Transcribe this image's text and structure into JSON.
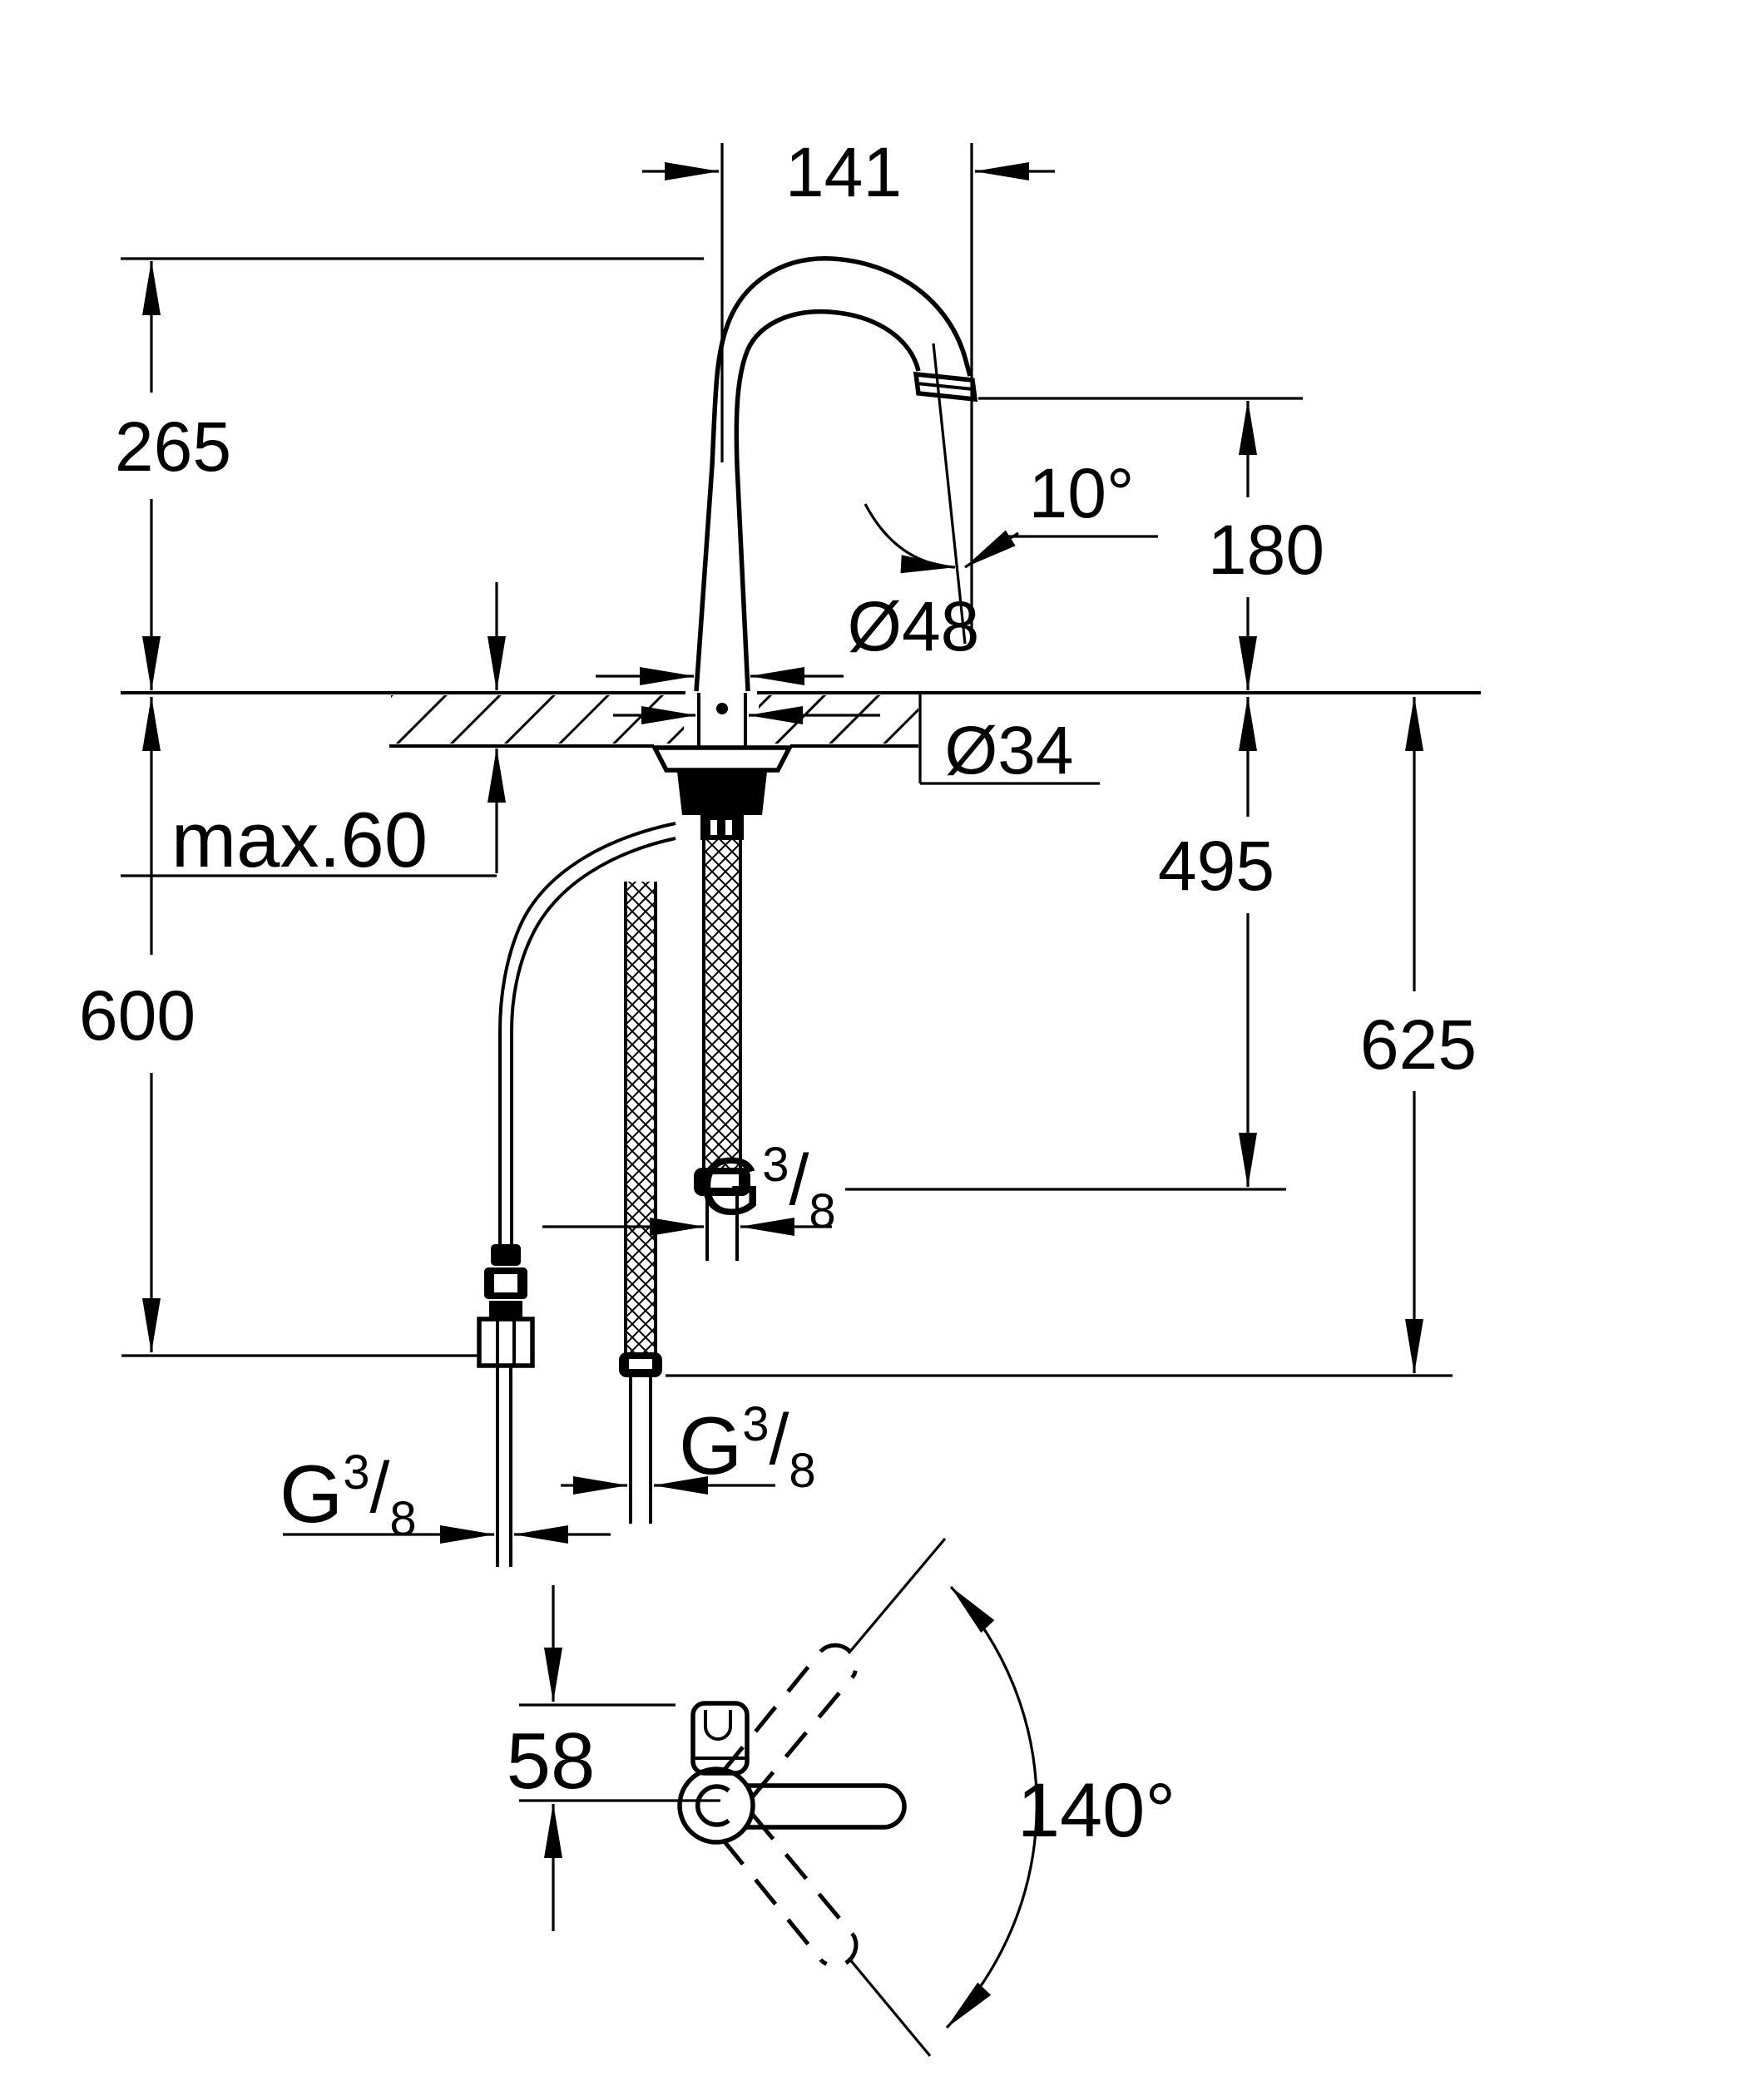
{
  "meta": {
    "type": "technical-dimension-drawing",
    "subject": "single-hole kitchen faucet with high arc spout, side view with installation dimensions and bottom view of handle swivel range",
    "unit": "mm",
    "line_color": "#000000",
    "background_color": "#ffffff"
  },
  "dimensions": {
    "spout_reach": "141",
    "spout_height_above_deck": "265",
    "outlet_angle": "10°",
    "outlet_height_above_deck": "180",
    "body_diameter": "Ø48",
    "mounting_hole_diameter": "Ø34",
    "max_deck_thickness": "max.60",
    "hose_length_to_connector": "495",
    "cold_supply_pipe_length": "600",
    "hose_overall_length": "625",
    "handle_axis_offset": "58",
    "handle_swivel_angle": "140°"
  },
  "thread_label": {
    "letter": "G",
    "numerator": "3",
    "denominator": "8"
  }
}
